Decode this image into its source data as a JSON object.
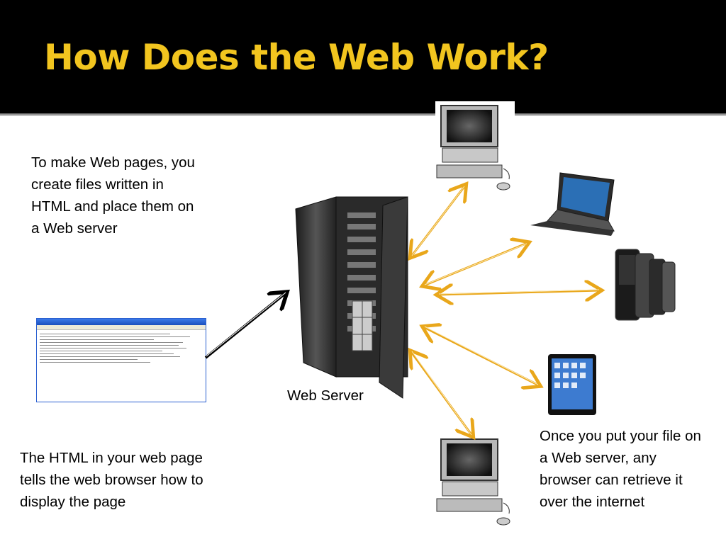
{
  "slide": {
    "title": "How Does the Web Work?",
    "left_text_top": "To make Web pages, you create files written in HTML and place them on a Web server",
    "left_text_bottom": "The HTML in your web page tells the web browser how to display the page",
    "right_text_bottom": "Once you put your file on a Web server, any browser can retrieve it over the internet",
    "server_label": "Web Server"
  },
  "colors": {
    "title": "#f2c51f",
    "arrow": "#e9a71b",
    "background_top": "#000000",
    "content_bg": "#ffffff"
  },
  "icons": [
    "notepad-window-icon",
    "web-server-icon",
    "desktop-computer-icon",
    "laptop-icon",
    "mobile-phones-icon",
    "tablet-icon"
  ]
}
